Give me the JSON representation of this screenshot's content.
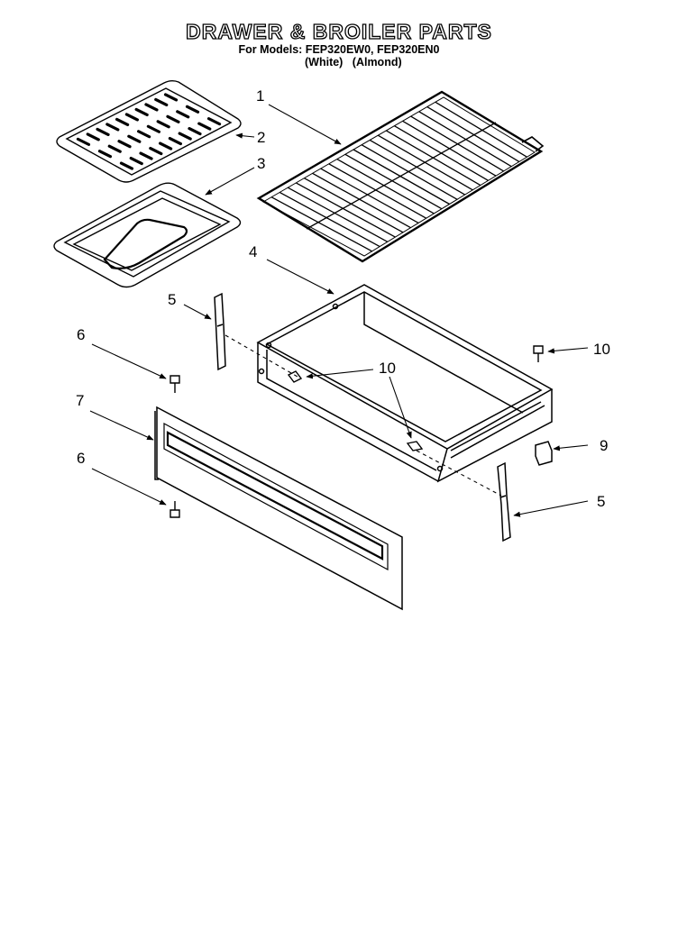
{
  "header": {
    "title": "DRAWER & BROILER PARTS",
    "models_line": "For Models: FEP320EW0, FEP320EN0",
    "variant_white": "(White)",
    "variant_almond": "(Almond)"
  },
  "callouts": [
    {
      "id": "c1",
      "label": "1"
    },
    {
      "id": "c2",
      "label": "2"
    },
    {
      "id": "c3",
      "label": "3"
    },
    {
      "id": "c4",
      "label": "4"
    },
    {
      "id": "c5a",
      "label": "5"
    },
    {
      "id": "c5b",
      "label": "5"
    },
    {
      "id": "c6a",
      "label": "6"
    },
    {
      "id": "c6b",
      "label": "6"
    },
    {
      "id": "c7",
      "label": "7"
    },
    {
      "id": "c9",
      "label": "9"
    },
    {
      "id": "c10a",
      "label": "10"
    },
    {
      "id": "c10b",
      "label": "10"
    }
  ]
}
